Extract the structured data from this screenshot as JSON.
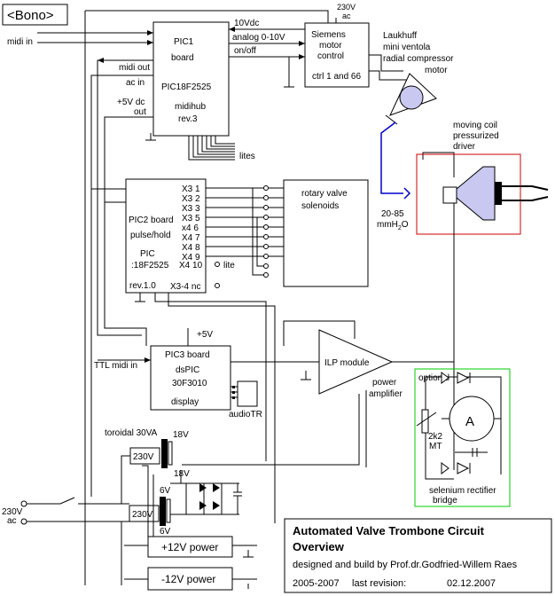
{
  "header": {
    "project": "<Bono>",
    "mains_voltage_top": "230V",
    "mains_ac_top": "ac"
  },
  "inputs": {
    "midi_in": "midi in",
    "mains_voltage": "230V",
    "mains_ac": "ac"
  },
  "pic1": {
    "title_line1": "PIC1",
    "title_line2": "board",
    "chip": "PIC18F2525",
    "midihub_line1": "midihub",
    "midihub_line2": "rev.3",
    "midi_out": "midi out",
    "ac_in": "ac in",
    "dc_line1": "+5V dc",
    "dc_line2": "out",
    "out_10v": "10Vdc",
    "out_analog": "analog 0-10V",
    "out_onoff": "on/off",
    "lites": "lites"
  },
  "motor_control": {
    "line1": "Siemens",
    "line2": "motor",
    "line3": "control",
    "line4": "ctrl 1 and 66"
  },
  "motor": {
    "line1": "Laukhuff",
    "line2": "mini ventola",
    "line3": "radial compressor",
    "line4": "motor"
  },
  "driver": {
    "line1": "moving coil",
    "line2": "pressurized",
    "line3": "driver"
  },
  "pressure": {
    "line1": "20-85",
    "line2": "mmH",
    "sub": "2",
    "line2_end": "O"
  },
  "pic2": {
    "line1": "PIC2 board",
    "line2": "pulse/hold",
    "line3": "PIC",
    "line4": ":18F2525",
    "rev": "rev.1.0",
    "outputs": [
      "X3 1",
      "X3 2",
      "X3 3",
      "X3 5",
      "x4 6",
      "X4 7",
      "X4 8",
      "X4 9"
    ],
    "x410": "X4 10",
    "lite": "lite",
    "x34nc": "X3-4 nc"
  },
  "solenoids": {
    "line1": "rotary valve",
    "line2": "solenoids"
  },
  "pic3": {
    "supply": "+5V",
    "ttl": "TTL midi in",
    "line1": "PIC3 board",
    "line2": "dsPIC",
    "line3": "30F3010",
    "display": "display",
    "audio": "audioTR"
  },
  "amplifier": {
    "module": "ILP module",
    "line1": "power",
    "line2": "amplifier"
  },
  "meter": {
    "optional": "optional",
    "symbol": "A",
    "pot_value": "2k2",
    "pot_type": "MT",
    "rect_line1": "selenium rectifier",
    "rect_line2": "bridge"
  },
  "transformer": {
    "title": "toroidal 30VA",
    "secondary_18v_a": "18V",
    "secondary_18v_b": "18V",
    "primary_a": "230V",
    "primary_b": "230V",
    "secondary_6v_a": "6V",
    "secondary_6v_b": "6V"
  },
  "power": {
    "plus12": "+12V power",
    "minus12": "-12V power"
  },
  "title_block": {
    "line1": "Automated Valve Trombone Circuit",
    "line2": "Overview",
    "line3": "designed and build by Prof.dr.Godfried-Willem Raes",
    "years": "2005-2007",
    "revision": "last revision:",
    "date": "02.12.2007"
  },
  "colors": {
    "blue_wire": "#0000cc",
    "red_box": "#cc0000",
    "green_box": "#00cc00",
    "motor_fill": "#c8c8f0",
    "driver_fill": "#c8c8f0"
  }
}
